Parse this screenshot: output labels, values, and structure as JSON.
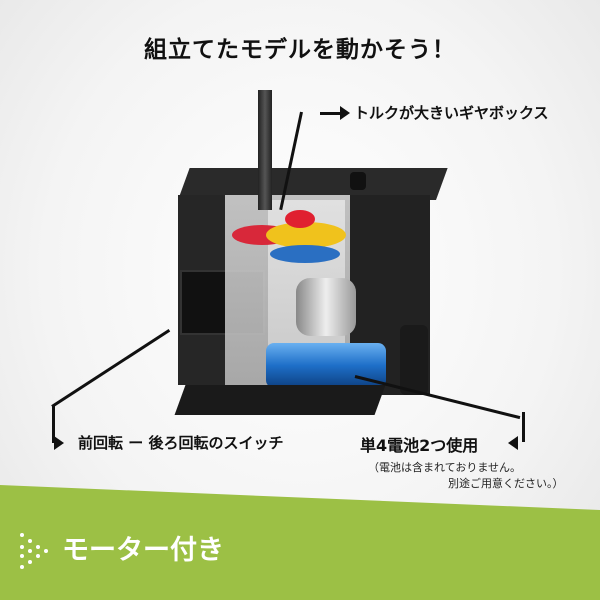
{
  "title": "組立てたモデルを動かそう！",
  "callouts": {
    "gearbox": "トルクが大きいギヤボックス",
    "switch": "前回転 ー 後ろ回転のスイッチ",
    "battery": "単4電池2つ使用",
    "battery_note_1": "（電池は含まれておりません。",
    "battery_note_2": "別途ご用意ください。）"
  },
  "banner": {
    "label": "モーター付き",
    "color": "#9cc045"
  }
}
